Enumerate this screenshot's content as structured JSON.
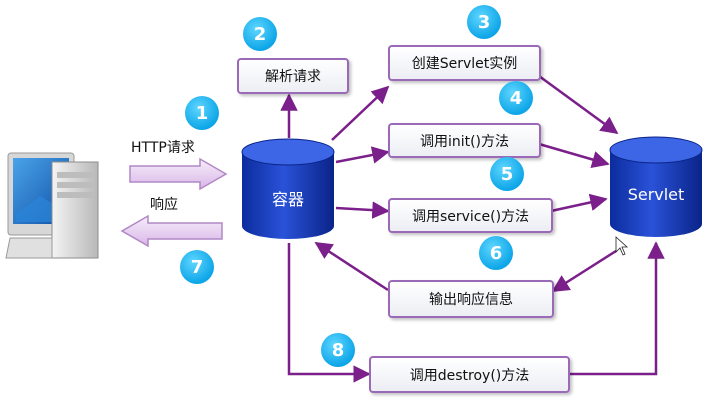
{
  "http_request_label": "HTTP请求",
  "response_label": "响应",
  "container_label": "容器",
  "servlet_label": "Servlet",
  "boxes": {
    "parse_request": "解析请求",
    "create_instance": "创建Servlet实例",
    "call_init": "调用init()方法",
    "call_service": "调用service()方法",
    "output_response": "输出响应信息",
    "call_destroy": "调用destroy()方法"
  },
  "steps": [
    "1",
    "2",
    "3",
    "4",
    "5",
    "6",
    "7",
    "8"
  ],
  "colors": {
    "flow_arrow": "#7b1f8a",
    "cylinder": "#1a3fc0",
    "badge": "#12a9ec",
    "box_border": "#9a6ab8"
  }
}
